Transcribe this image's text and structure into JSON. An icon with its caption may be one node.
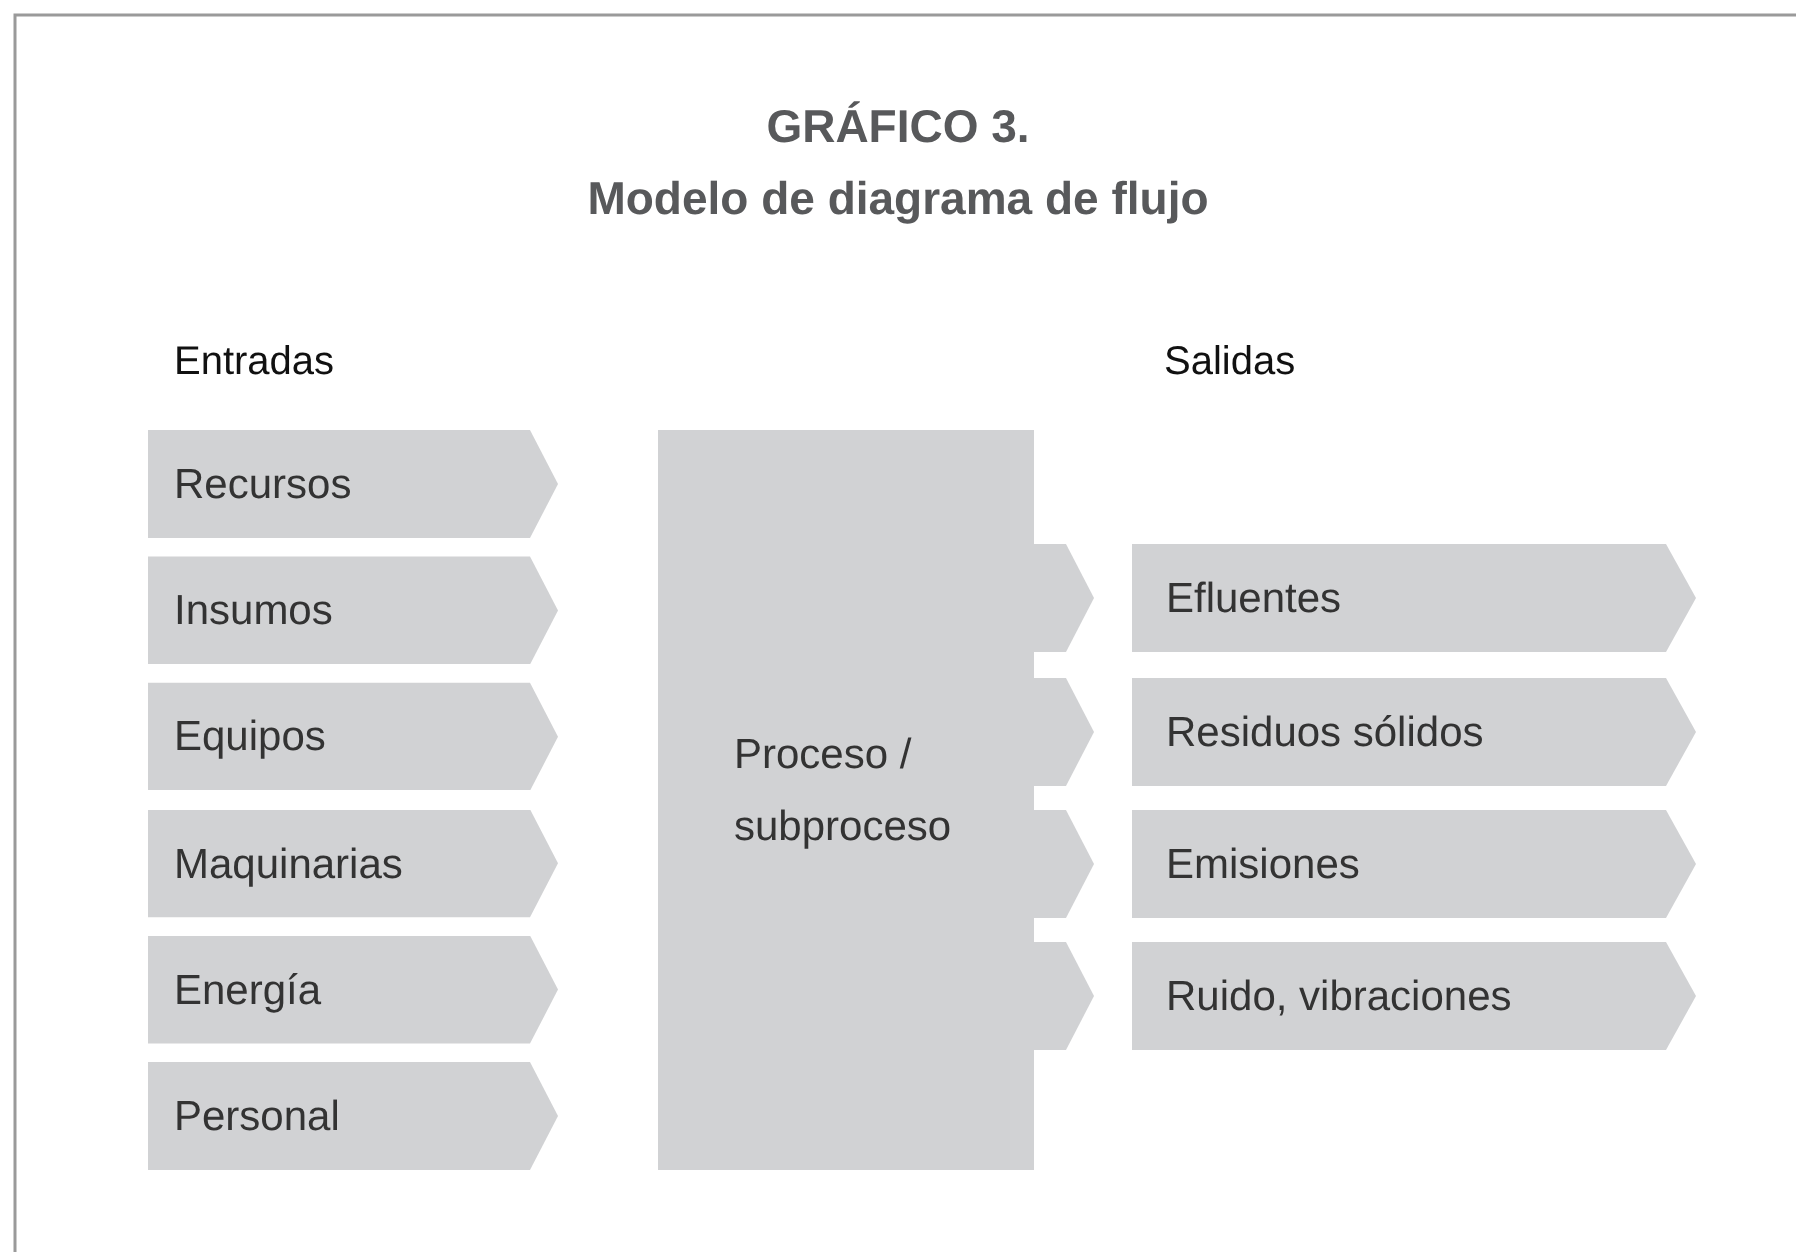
{
  "diagram": {
    "title": "GRÁFICO 3.",
    "nodes": [
      {
        "text": [
          "Recursos"
        ]
      },
      {
        "text": [
          "Insumos"
        ]
      },
      {
        "text": [
          "Equipos"
        ]
      },
      {
        "text": [
          "Maquinarias"
        ]
      },
      {
        "text": [
          "Energía"
        ]
      },
      {
        "text": [
          "Personal"
        ]
      },
      {
        "text": [
          "Proceso / subproceso"
        ]
      },
      {
        "text": [
          "Efluentes"
        ]
      },
      {
        "text": [
          "Residuos sólidos"
        ]
      },
      {
        "text": [
          "Emisiones"
        ]
      },
      {
        "text": [
          "Ruido, vibraciones"
        ]
      }
    ],
    "edges": [
      {
        "from": 6,
        "to": 7,
        "arrow": "to"
      },
      {
        "from": 6,
        "to": 8,
        "arrow": "to"
      },
      {
        "from": 6,
        "to": 9,
        "arrow": "to"
      },
      {
        "from": 6,
        "to": 10,
        "arrow": "to"
      }
    ],
    "labels": [
      "Modelo de diagrama de flujo",
      "Entradas",
      "Salidas"
    ]
  }
}
